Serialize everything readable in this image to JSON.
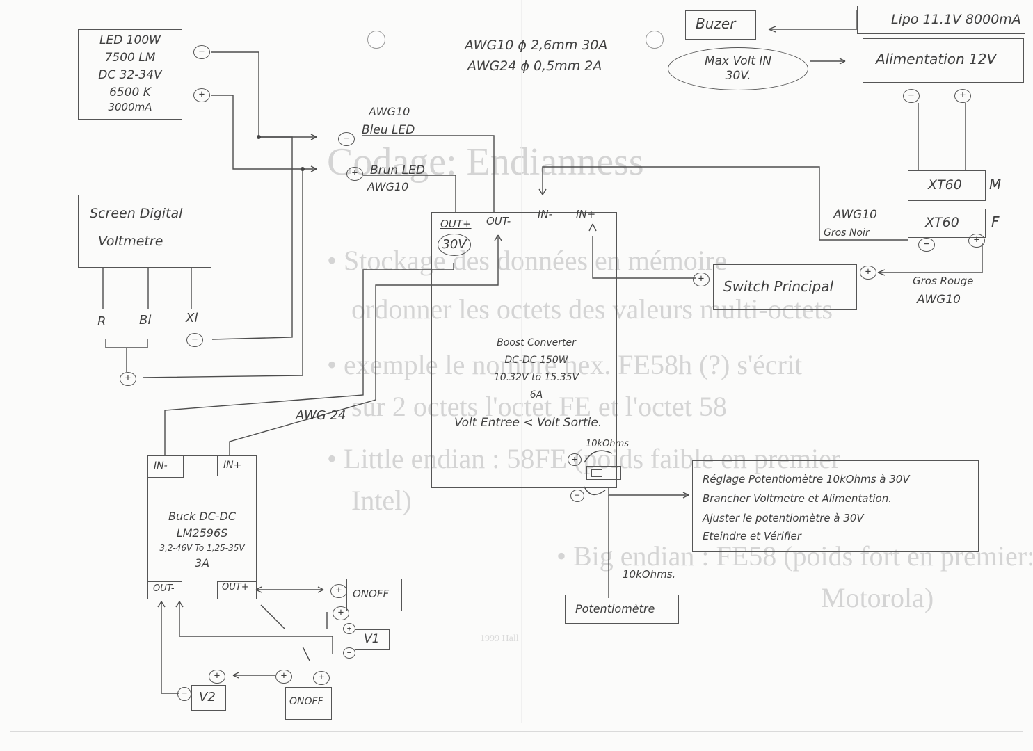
{
  "ghost_text": {
    "title": "Codage: Endianness",
    "bullets": [
      "• Stockage des données en mémoire",
      "ordonner les octets des valeurs multi-octets",
      "• exemple le nombre hex. FE58h (?) s'écrit",
      "sur 2 octets l'octet FE et l'octet 58",
      "• Little endian : 58FE (poids faible en premier",
      "Intel)",
      "• Big endian : FE58 (poids fort en premier:",
      "Motorola)"
    ],
    "footer": "1999 Hall"
  },
  "wire_notes": {
    "awg_spec_1": "AWG10 ϕ 2,6mm 30A",
    "awg_spec_2": "AWG24 ϕ 0,5mm 2A",
    "bleu_awg": "AWG10",
    "bleu_led": "Bleu LED",
    "brun_led": "Brun LED",
    "brun_awg": "AWG10",
    "awg24": "AWG 24",
    "gros_noir_awg": "AWG10",
    "gros_noir": "Gros Noir",
    "gros_rouge": "Gros Rouge",
    "gros_rouge_awg": "AWG10",
    "pot_value": "10kOhms.",
    "pot_value_top": "10kOhms"
  },
  "components": {
    "led": [
      "LED 100W",
      "7500 LM",
      "DC 32-34V",
      "6500 K",
      "3000mA"
    ],
    "screen": [
      "Screen Digital",
      "Voltmetre"
    ],
    "screen_wires": [
      "R",
      "Bl",
      "Xl"
    ],
    "buzer": "Buzer",
    "max_volt": [
      "Max Volt IN",
      "30V."
    ],
    "lipo": "Lipo 11.1V 8000mA",
    "alimentation": "Alimentation 12V",
    "xt60_m": "XT60",
    "xt60_m_tag": "M",
    "xt60_f": "XT60",
    "xt60_f_tag": "F",
    "switch": "Switch Principal",
    "boost": {
      "out_plus": "OUT+",
      "out_minus": "OUT-",
      "in_minus": "IN-",
      "in_plus": "IN+",
      "volt_badge": "30V",
      "lines": [
        "Boost Converter",
        "DC-DC 150W",
        "10.32V to 15.35V",
        "6A"
      ],
      "volt_compare": "Volt Entree < Volt Sortie."
    },
    "reglage": [
      "Réglage Potentiomètre 10kOhms à 30V",
      "Brancher Voltmetre et Alimentation.",
      "Ajuster le potentiomètre à 30V",
      "Eteindre et Vérifier"
    ],
    "potentiometre": "Potentiomètre",
    "buck": {
      "in_minus": "IN-",
      "in_plus": "IN+",
      "out_minus": "OUT-",
      "out_plus": "OUT+",
      "lines": [
        "Buck DC-DC",
        "LM2596S",
        "3,2-46V To 1,25-35V",
        "3A"
      ]
    },
    "onoff_1": "ONOFF",
    "onoff_2": "ONOFF",
    "v1": "V1",
    "v2": "V2"
  },
  "pins": {
    "minus": "−",
    "plus": "+"
  }
}
